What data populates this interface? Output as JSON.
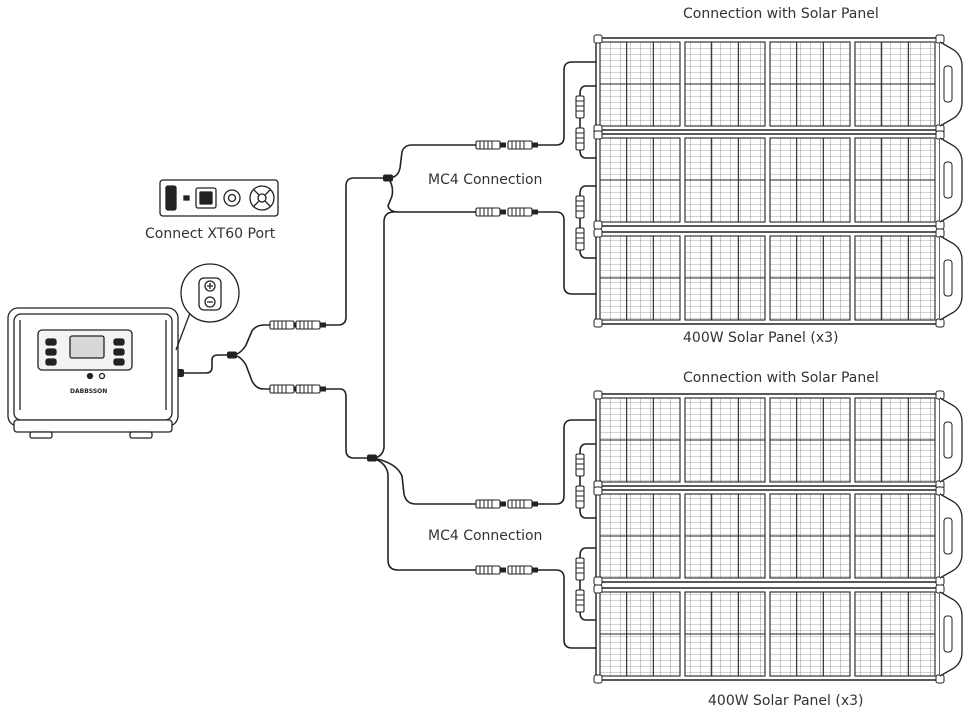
{
  "labels": {
    "top_connection": "Connection with Solar Panel",
    "mc4_top": "MC4 Connection",
    "xt60": "Connect XT60 Port",
    "panel_group_top": "400W Solar Panel (x3)",
    "bottom_connection": "Connection with Solar Panel",
    "mc4_bottom": "MC4 Connection",
    "panel_group_bottom": "400W Solar Panel (x3)"
  },
  "station": {
    "brand": "DABBSSON"
  },
  "colors": {
    "line": "#222222",
    "panel_fill": "#ffffff",
    "text": "#333333"
  }
}
